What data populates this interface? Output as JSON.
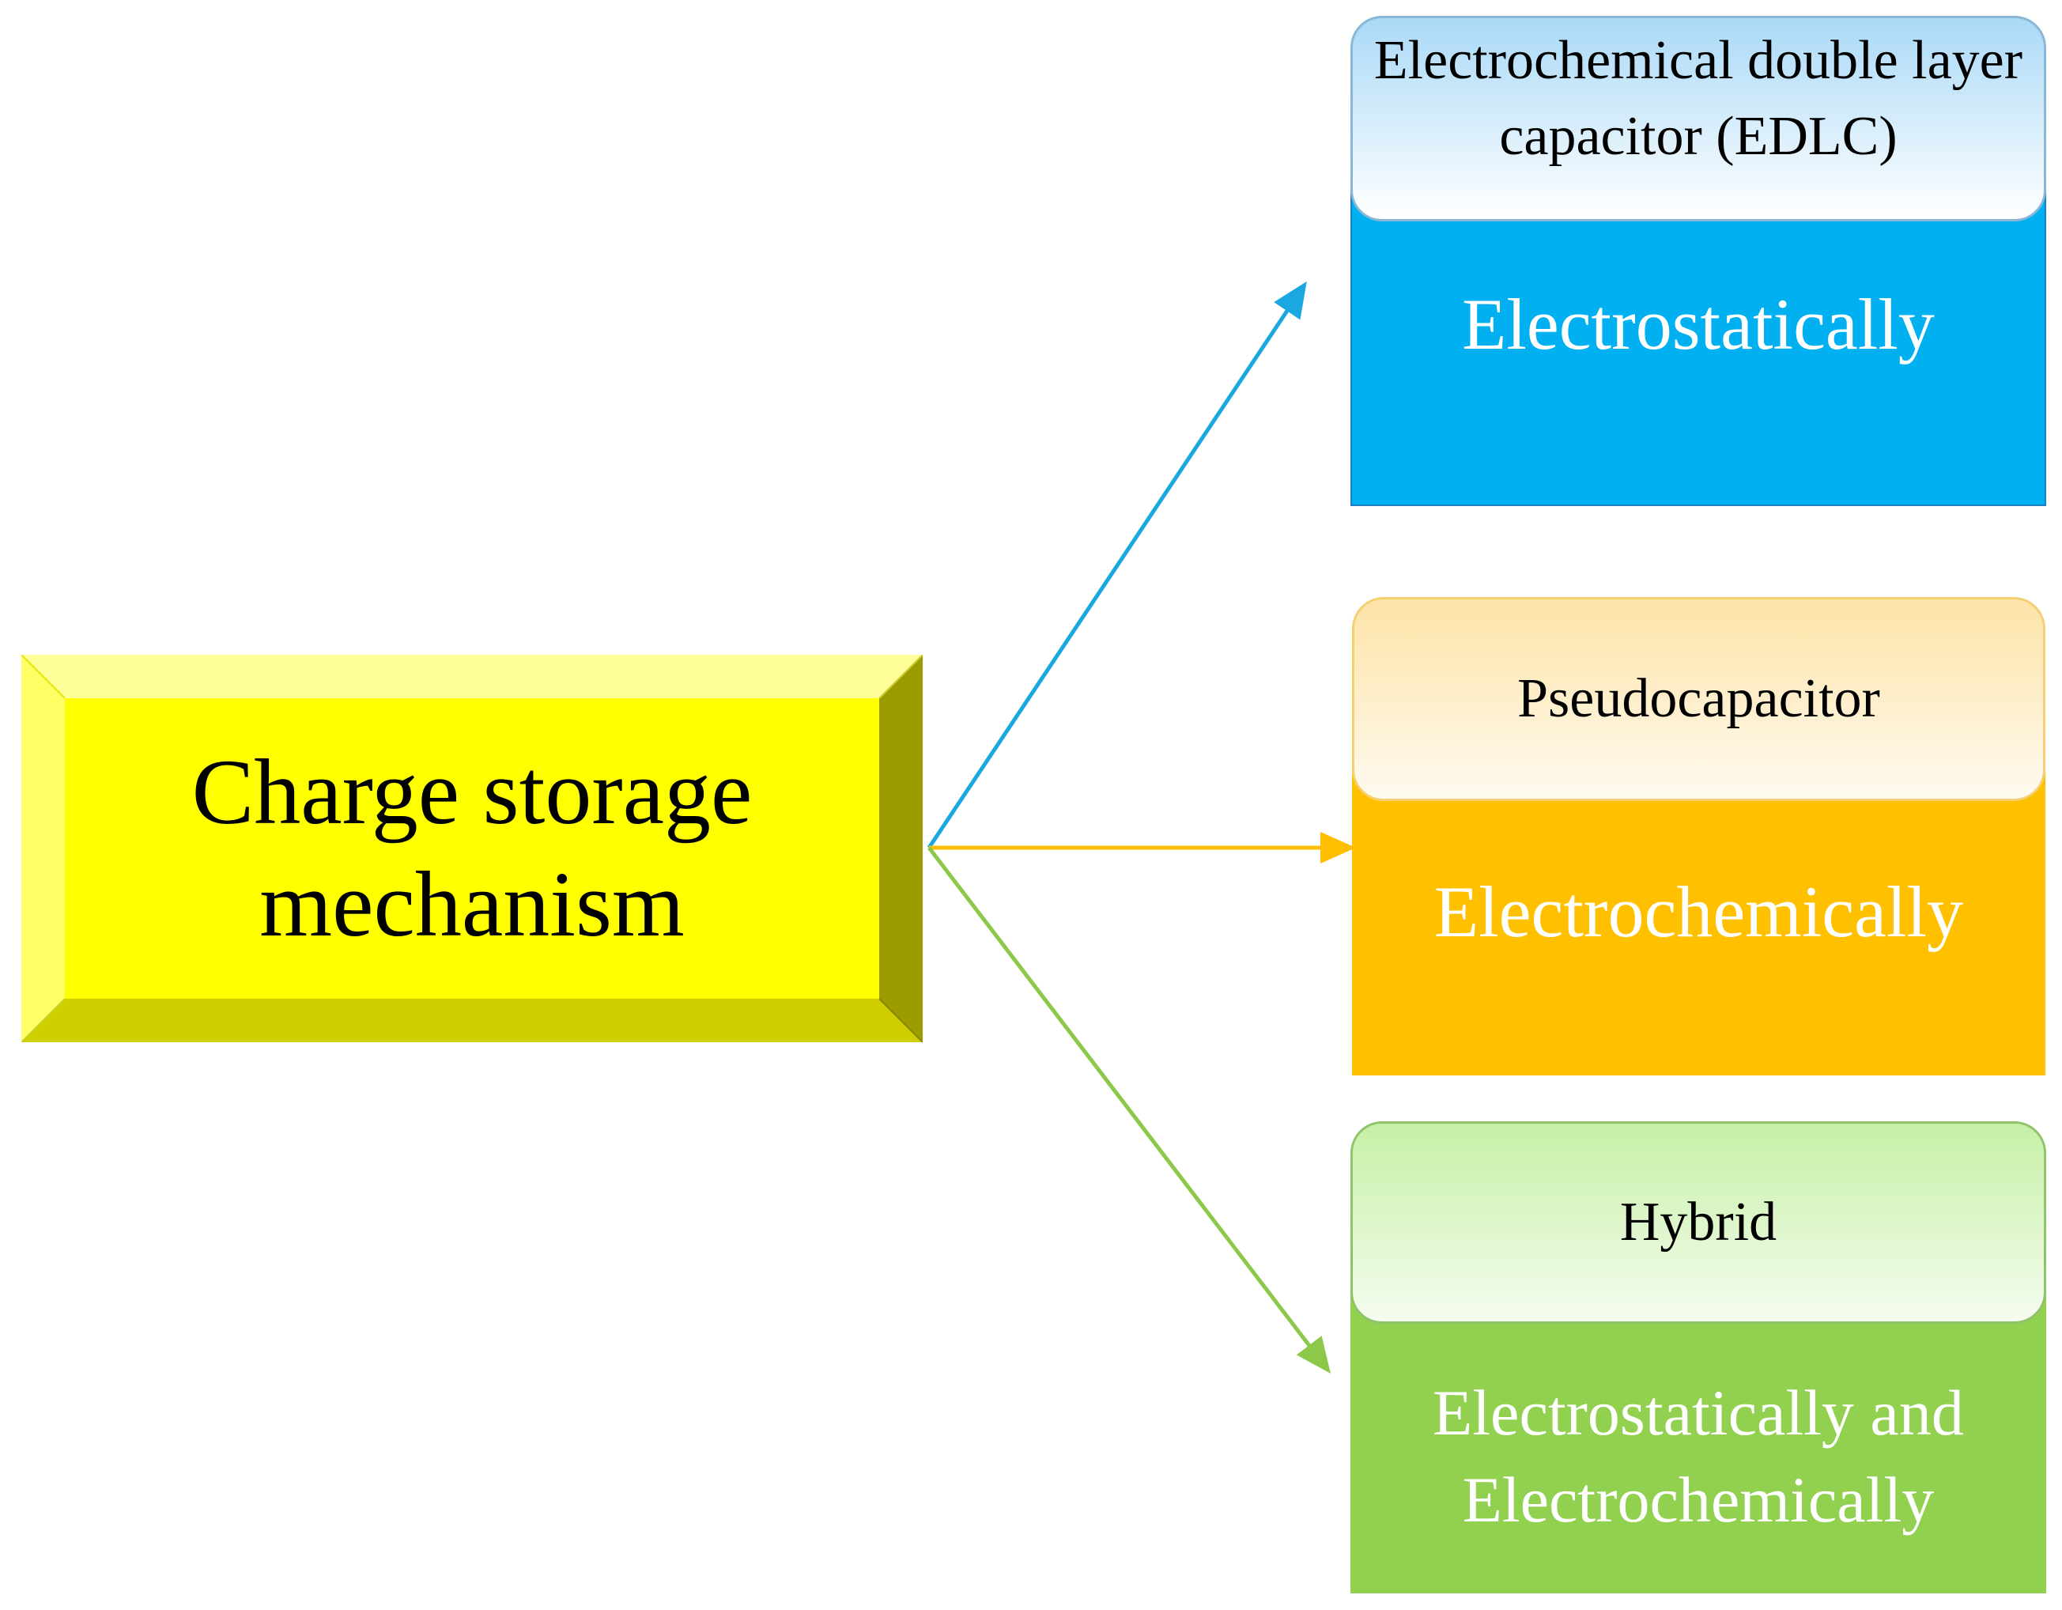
{
  "root": {
    "label": "Charge storage mechanism",
    "color": "#ffff00"
  },
  "categories": [
    {
      "title": "Electrochemical double layer capacitor (EDLC)",
      "body": "Electrostatically",
      "color": "#00b0f0"
    },
    {
      "title": "Pseudocapacitor",
      "body": "Electrochemically",
      "color": "#ffc000"
    },
    {
      "title": "Hybrid",
      "body": "Electrostatically  and Electrochemically",
      "color": "#92d050"
    }
  ]
}
